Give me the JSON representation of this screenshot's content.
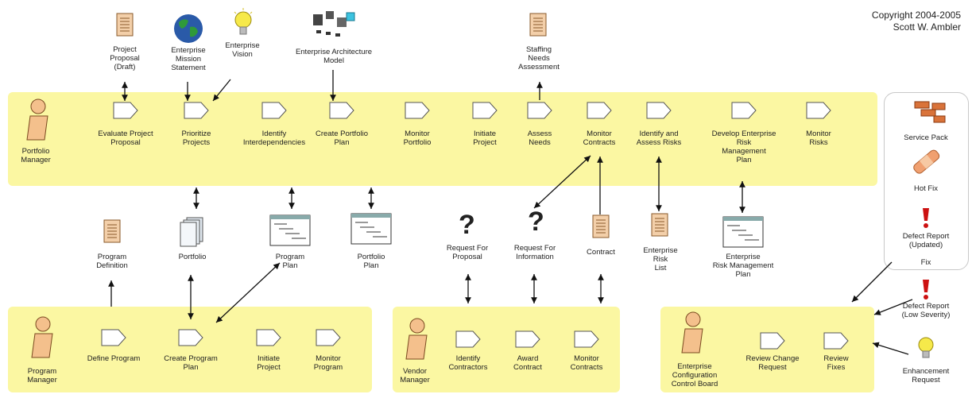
{
  "copyright": {
    "line1": "Copyright 2004-2005",
    "line2": "Scott W. Ambler"
  },
  "top_artifacts": {
    "project_proposal": "Project\nProposal\n(Draft)",
    "mission": "Enterprise\nMission\nStatement",
    "vision": "Enterprise\nVision",
    "arch_model": "Enterprise Architecture\nModel",
    "staffing": "Staffing\nNeeds\nAssessment"
  },
  "portfolio_lane": {
    "actor": "Portfolio\nManager",
    "activities": [
      "Evaluate Project\nProposal",
      "Prioritize\nProjects",
      "Identify\nInterdependencies",
      "Create Portfolio\nPlan",
      "Monitor\nPortfolio",
      "Initiate\nProject",
      "Assess\nNeeds",
      "Monitor\nContracts",
      "Identify and\nAssess Risks",
      "Develop Enterprise\nRisk\nManagement\nPlan",
      "Monitor\nRisks"
    ]
  },
  "middle_artifacts": {
    "program_definition": "Program\nDefinition",
    "portfolio": "Portfolio",
    "program_plan": "Program\nPlan",
    "portfolio_plan": "Portfolio\nPlan",
    "rfp": "Request For\nProposal",
    "rfi": "Request For\nInformation",
    "contract": "Contract",
    "risk_list": "Enterprise\nRisk\nList",
    "risk_plan": "Enterprise\nRisk Management\nPlan"
  },
  "program_lane": {
    "actor": "Program\nManager",
    "activities": [
      "Define Program",
      "Create Program\nPlan",
      "Initiate\nProject",
      "Monitor\nProgram"
    ]
  },
  "vendor_lane": {
    "actor": "Vendor\nManager",
    "activities": [
      "Identify\nContractors",
      "Award\nContract",
      "Monitor\nContracts"
    ]
  },
  "ccb_lane": {
    "actor": "Enterprise\nConfiguration\nControl Board",
    "activities": [
      "Review Change\nRequest",
      "Review\nFixes"
    ]
  },
  "fix_box": {
    "items": [
      "Service Pack",
      "Hot Fix",
      "Defect Report\n(Updated)"
    ],
    "title": "Fix"
  },
  "side_artifacts": {
    "defect_low": "Defect Report\n(Low Severity)",
    "enhancement": "Enhancement\nRequest"
  },
  "colors": {
    "lane": "#fbf7a2",
    "actor": "#f4c08c",
    "doc": "#f3cfa9",
    "defect": "#cc1111"
  }
}
